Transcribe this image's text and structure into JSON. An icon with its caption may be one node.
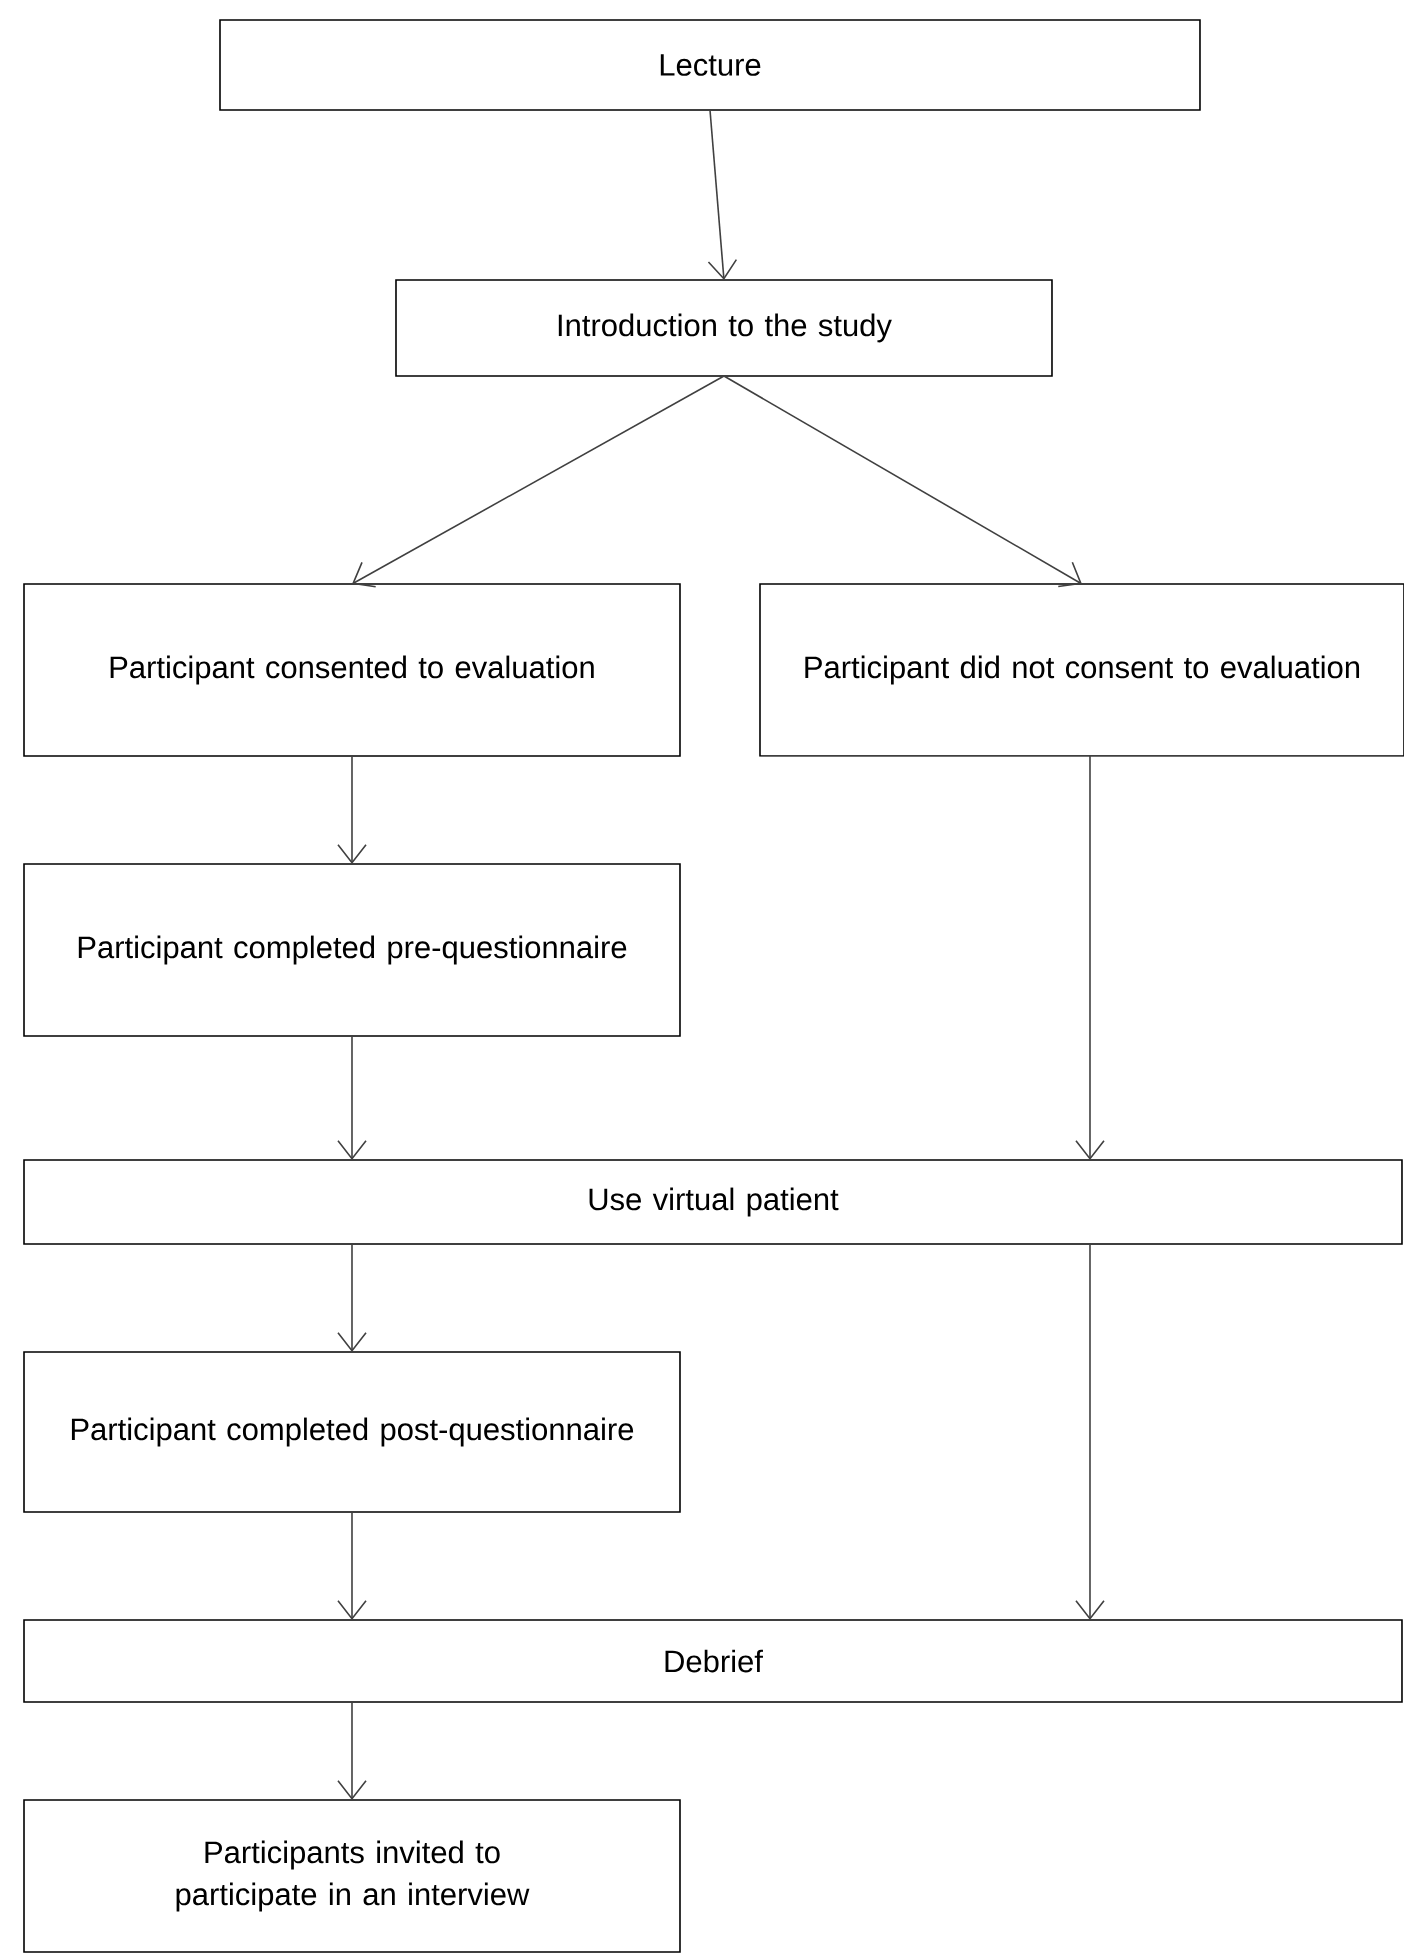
{
  "diagram": {
    "nodes": [
      {
        "text": [
          "Lecture"
        ]
      },
      {
        "text": [
          "Introduction to the study"
        ]
      },
      {
        "text": [
          "Participant consented to evaluation"
        ]
      },
      {
        "text": [
          "Participant did not consent to evaluation"
        ]
      },
      {
        "text": [
          "Participant completed pre-questionnaire"
        ]
      },
      {
        "text": [
          "Use virtual patient"
        ]
      },
      {
        "text": [
          "Participant completed post-questionnaire"
        ]
      },
      {
        "text": [
          "Debrief"
        ]
      },
      {
        "text": [
          "Participants invited to participate in an interview"
        ]
      }
    ],
    "edges": [
      {
        "from": 0,
        "to": 1,
        "arrow": "to"
      },
      {
        "from": 1,
        "to": 2,
        "arrow": "to"
      },
      {
        "from": 1,
        "to": 3,
        "arrow": "to"
      },
      {
        "from": 2,
        "to": 4,
        "arrow": "to"
      },
      {
        "from": 4,
        "to": 5,
        "arrow": "to"
      },
      {
        "from": 3,
        "to": 5,
        "arrow": "to"
      },
      {
        "from": 5,
        "to": 6,
        "arrow": "to"
      },
      {
        "from": 5,
        "to": 7,
        "arrow": "to"
      },
      {
        "from": 6,
        "to": 7,
        "arrow": "to"
      },
      {
        "from": 7,
        "to": 8,
        "arrow": "to"
      }
    ]
  }
}
